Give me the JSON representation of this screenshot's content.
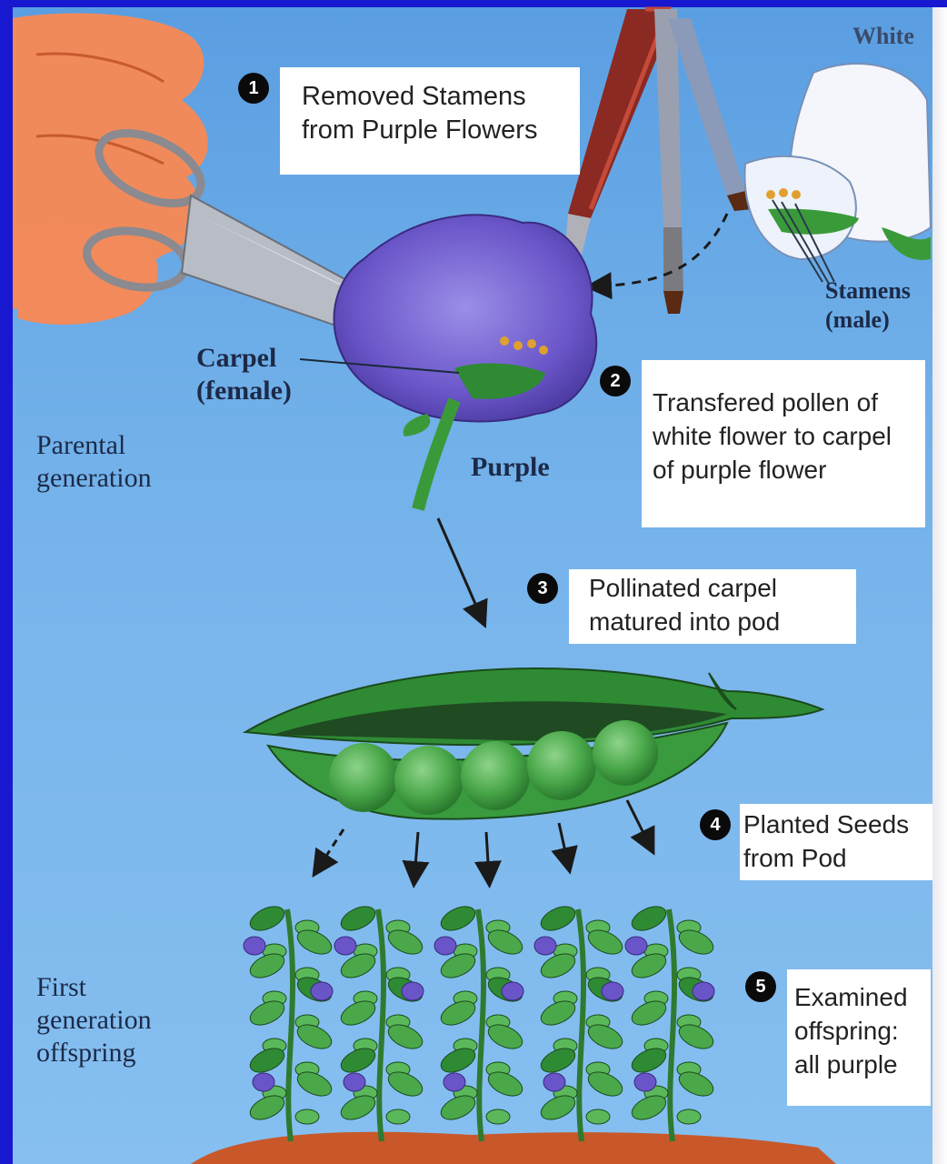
{
  "steps": [
    {
      "number": "1",
      "lines": [
        "Removed Stamens",
        "from Purple Flowers"
      ]
    },
    {
      "number": "2",
      "lines": [
        "Transfered pollen of",
        "white flower to carpel",
        "of purple flower"
      ]
    },
    {
      "number": "3",
      "lines": [
        "Pollinated carpel",
        "matured into pod"
      ]
    },
    {
      "number": "4",
      "lines": [
        "Planted Seeds",
        "from Pod"
      ]
    },
    {
      "number": "5",
      "lines": [
        "Examined",
        "offspring:",
        "all purple"
      ]
    }
  ],
  "labels": {
    "white": "White",
    "stamens": [
      "Stamens",
      "(male)"
    ],
    "carpel": [
      "Carpel",
      "(female)"
    ],
    "purple": "Purple",
    "parental": [
      "Parental",
      "generation"
    ],
    "offspring": [
      "First",
      "generation",
      "offspring"
    ]
  },
  "colors": {
    "background_top": "#5a9ee2",
    "background_bottom": "#86bff0",
    "frame": "#1818d0",
    "purple_flower": "#6a55c8",
    "pod_green": "#2f8a34",
    "pea_green": "#4aa84a",
    "soil": "#c8582a"
  },
  "icons": [
    "scissors-icon",
    "paintbrush-icon",
    "flower-icon",
    "pea-pod-icon",
    "plant-icon"
  ]
}
